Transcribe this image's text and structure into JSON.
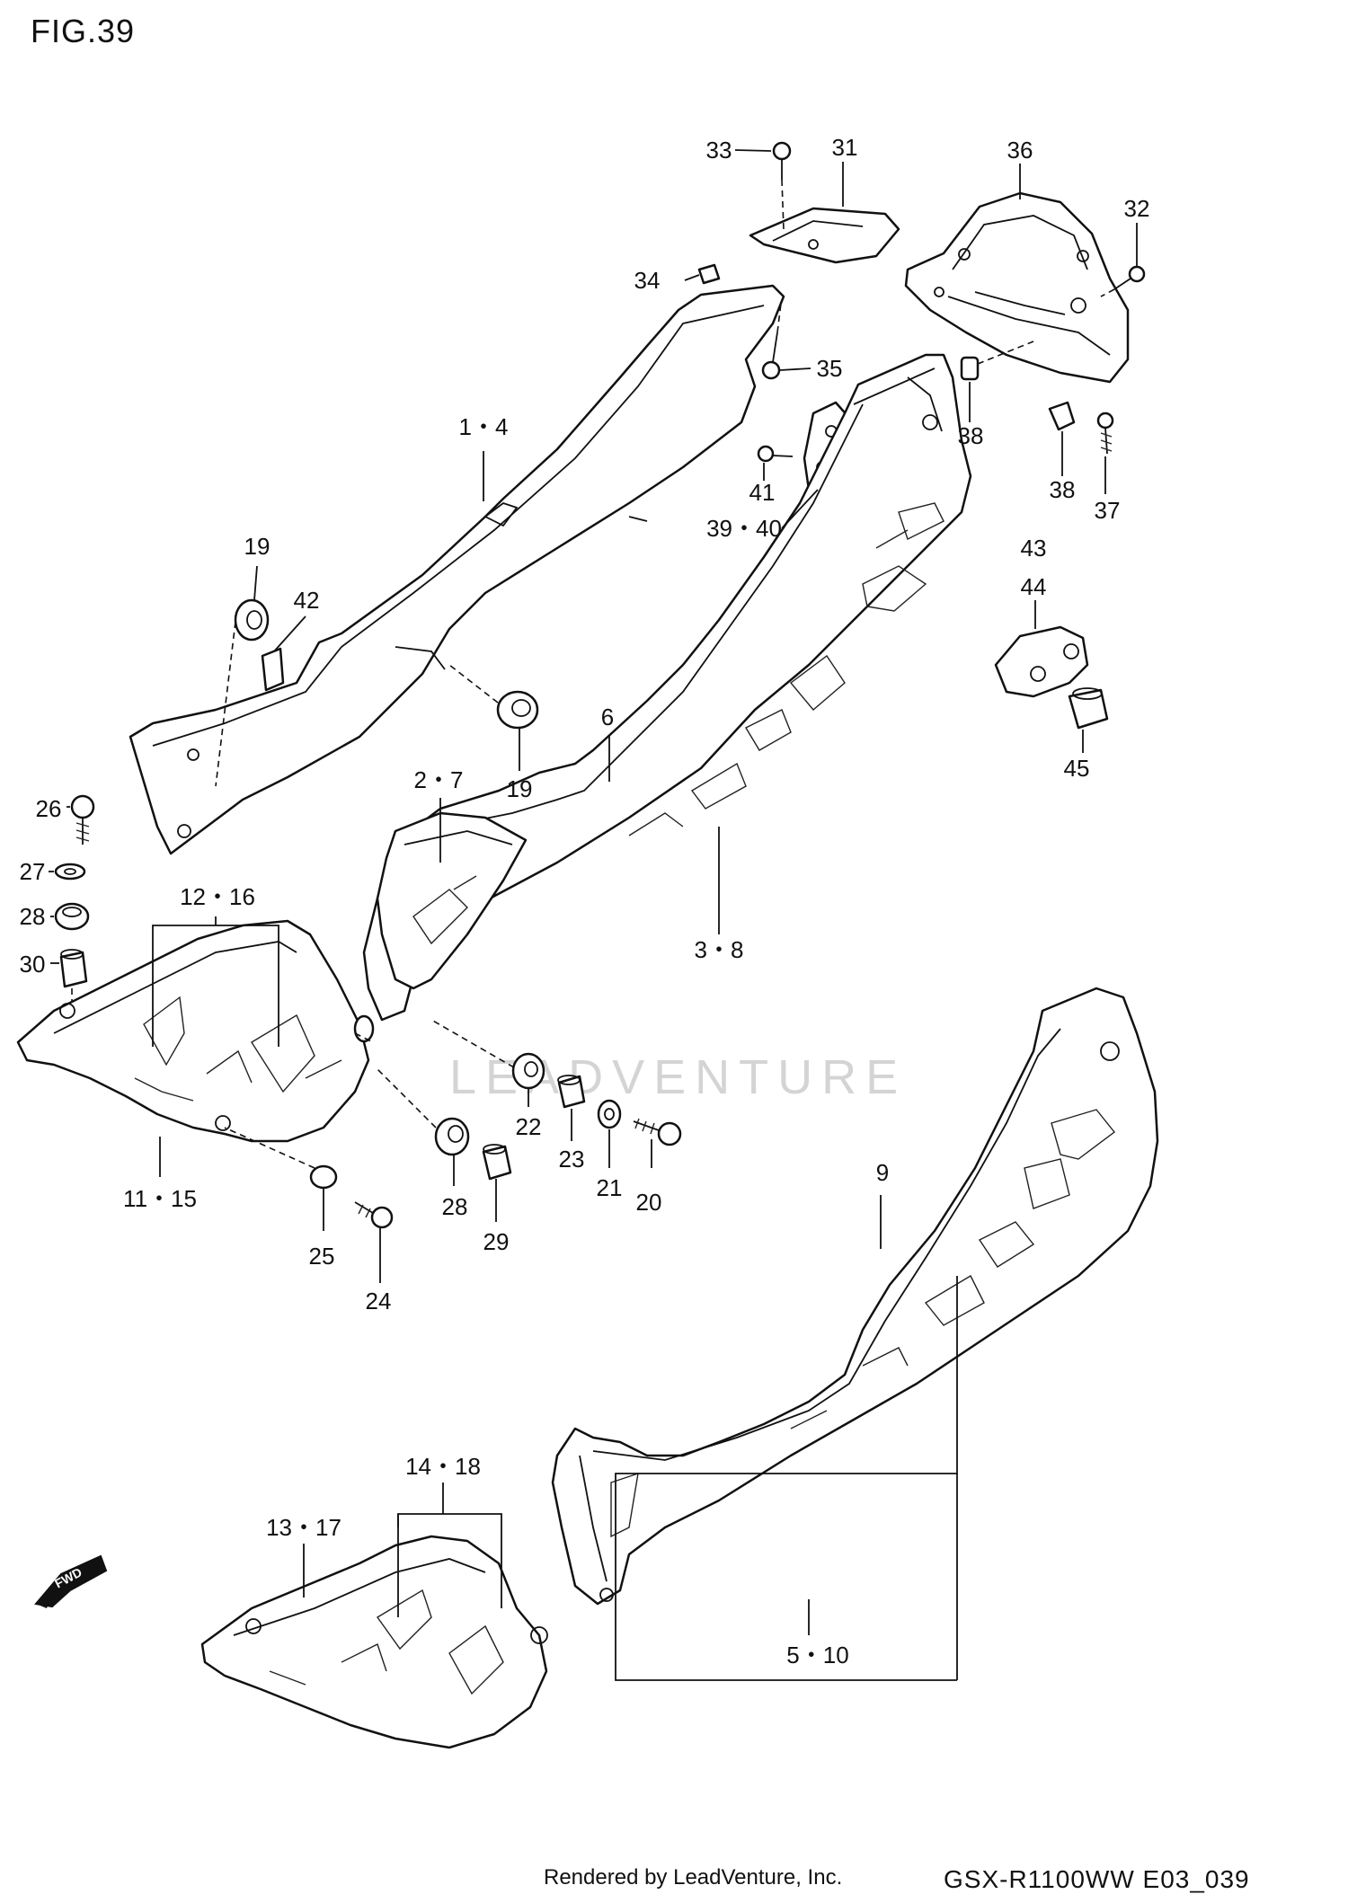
{
  "figure": {
    "title": "FIG.39"
  },
  "footer": {
    "credit": "Rendered by LeadVenture, Inc.",
    "code": "GSX-R1100WW  E03_039"
  },
  "watermark": {
    "text": "LEADVENTURE"
  },
  "arrow": {
    "label": "FWD"
  },
  "callouts": [
    {
      "id": "33",
      "text": "33"
    },
    {
      "id": "31",
      "text": "31"
    },
    {
      "id": "36",
      "text": "36"
    },
    {
      "id": "32",
      "text": "32"
    },
    {
      "id": "34",
      "text": "34"
    },
    {
      "id": "35",
      "text": "35"
    },
    {
      "id": "38a",
      "text": "38"
    },
    {
      "id": "38b",
      "text": "38"
    },
    {
      "id": "37",
      "text": "37"
    },
    {
      "id": "1-4",
      "text": "1・4"
    },
    {
      "id": "41",
      "text": "41"
    },
    {
      "id": "39-40",
      "text": "39・40"
    },
    {
      "id": "43",
      "text": "43"
    },
    {
      "id": "44",
      "text": "44"
    },
    {
      "id": "19a",
      "text": "19"
    },
    {
      "id": "42",
      "text": "42"
    },
    {
      "id": "45",
      "text": "45"
    },
    {
      "id": "6",
      "text": "6"
    },
    {
      "id": "2-7",
      "text": "2・7"
    },
    {
      "id": "19b",
      "text": "19"
    },
    {
      "id": "26",
      "text": "26"
    },
    {
      "id": "27",
      "text": "27"
    },
    {
      "id": "28a",
      "text": "28"
    },
    {
      "id": "30",
      "text": "30"
    },
    {
      "id": "12-16",
      "text": "12・16"
    },
    {
      "id": "3-8",
      "text": "3・8"
    },
    {
      "id": "22",
      "text": "22"
    },
    {
      "id": "23",
      "text": "23"
    },
    {
      "id": "21",
      "text": "21"
    },
    {
      "id": "20",
      "text": "20"
    },
    {
      "id": "11-15",
      "text": "11・15"
    },
    {
      "id": "25",
      "text": "25"
    },
    {
      "id": "28b",
      "text": "28"
    },
    {
      "id": "29",
      "text": "29"
    },
    {
      "id": "24",
      "text": "24"
    },
    {
      "id": "9",
      "text": "9"
    },
    {
      "id": "14-18",
      "text": "14・18"
    },
    {
      "id": "13-17",
      "text": "13・17"
    },
    {
      "id": "5-10",
      "text": "5・10"
    }
  ]
}
